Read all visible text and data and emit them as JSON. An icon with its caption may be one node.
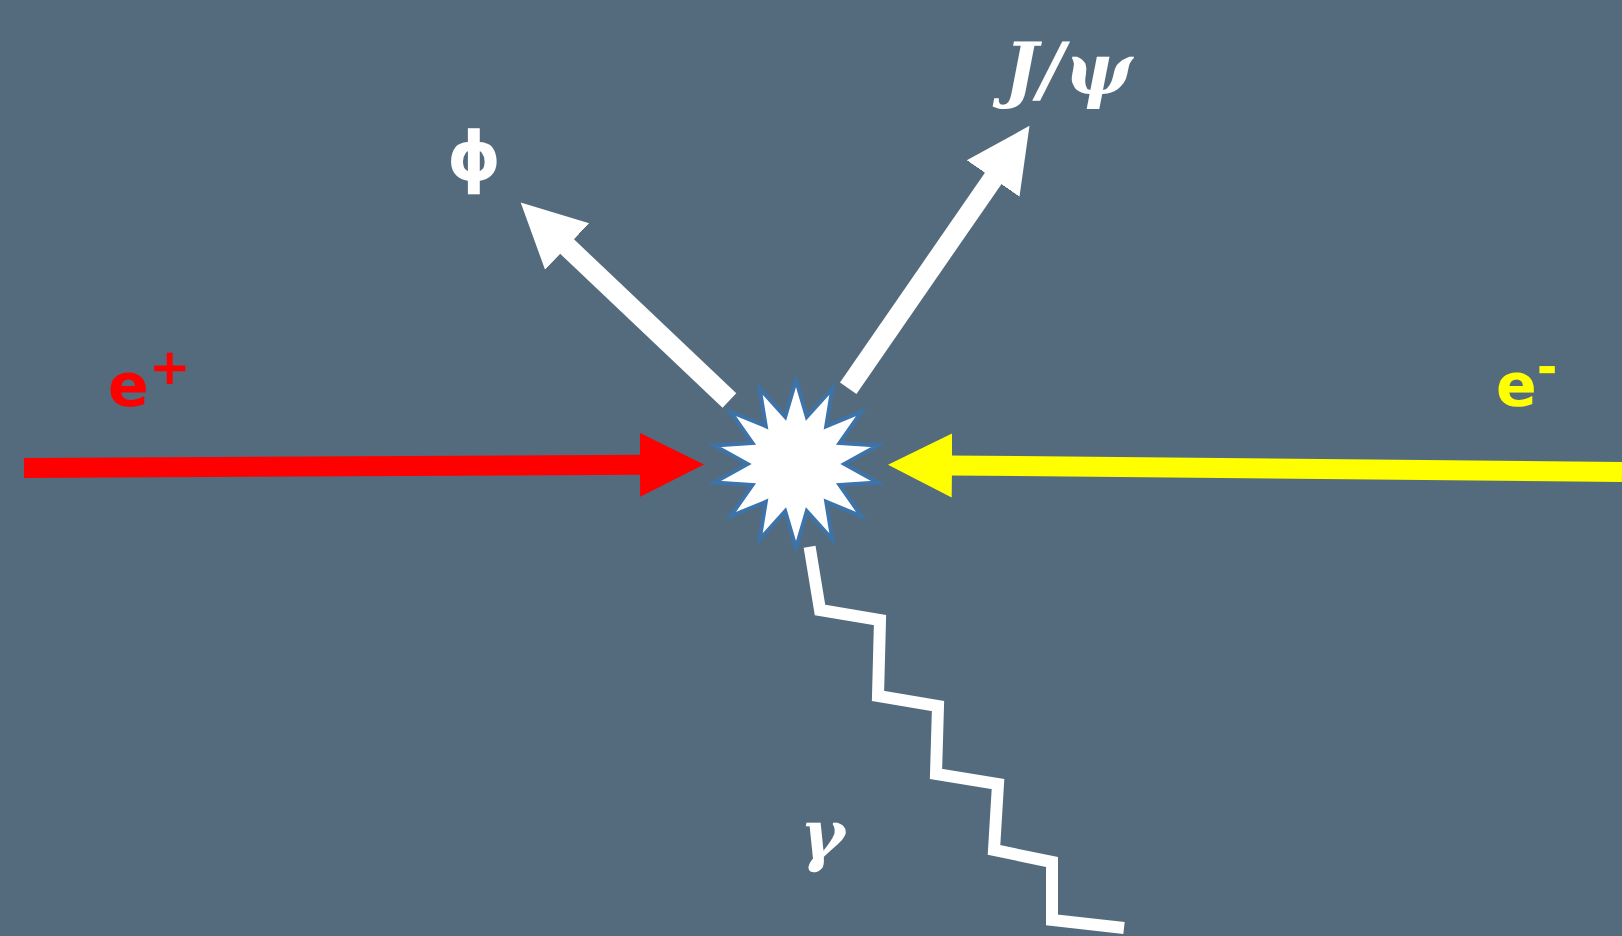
{
  "diagram": {
    "nodes": [
      {
        "text": [],
        "shape": "star"
      },
      {
        "text": [
          "ϕ"
        ]
      },
      {
        "text": [
          "J/ψ"
        ]
      }
    ],
    "edges": [
      {
        "from": null,
        "to": 0,
        "arrow": "to",
        "label": "e$^{+}$",
        "color": "#ff0000"
      },
      {
        "from": null,
        "to": 0,
        "arrow": "to",
        "label": "e$^{-}$",
        "color": "#ffff00"
      },
      {
        "from": 0,
        "to": 1,
        "arrow": "to"
      },
      {
        "from": 0,
        "to": 2,
        "arrow": "to"
      },
      {
        "from": 0,
        "to": null,
        "arrow": "none",
        "label": "γ"
      }
    ]
  }
}
